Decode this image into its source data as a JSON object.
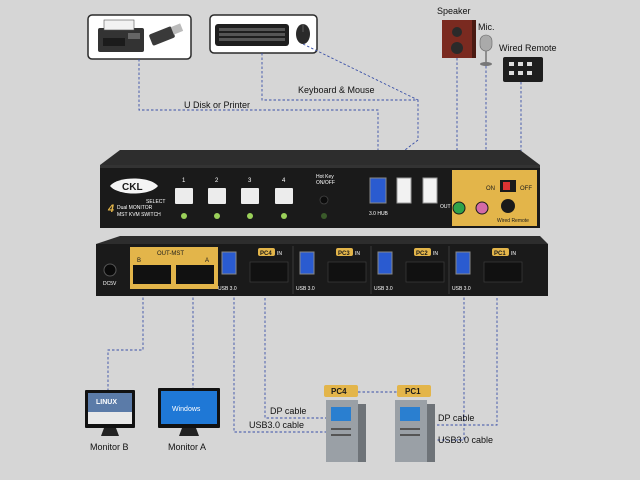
{
  "colors": {
    "background": "#d6d6d6",
    "wire": "#3a50a8",
    "chassis": "#1c1c1c",
    "accent": "#e3b54a"
  },
  "peripherals": {
    "printer": "printer-icon",
    "usb_disk": "usb-disk-icon",
    "keyboard": "keyboard-icon",
    "mouse": "mouse-icon",
    "speaker_label": "Speaker",
    "mic_label": "Mic.",
    "remote_label": "Wired Remote"
  },
  "wires": {
    "usb_printer": "U Disk or Printer",
    "keyboard_mouse": "Keyboard & Mouse"
  },
  "front_panel": {
    "brand": "CKL",
    "model_line1": "Dual MONITOR",
    "model_line2": "MST KVM SWITCH",
    "model_number": "4",
    "select_label": "SELECT",
    "port_buttons": [
      "1",
      "2",
      "3",
      "4"
    ],
    "hotkey_label": "Hot Key\nON/OFF",
    "usb_hub_label": "3.0 HUB",
    "power_on": "ON",
    "power_off": "OFF",
    "remote_port_label": "Wired Remote",
    "out_label": "OUT"
  },
  "rear_panel": {
    "dc_label": "DC5V",
    "out_mst_label": "OUT-MST",
    "out_a": "A",
    "out_b": "B",
    "groups": [
      {
        "usb": "USB 3.0",
        "pc": "PC4",
        "in": "IN"
      },
      {
        "usb": "USB 3.0",
        "pc": "PC3",
        "in": "IN"
      },
      {
        "usb": "USB 3.0",
        "pc": "PC2",
        "in": "IN"
      },
      {
        "usb": "USB 3.0",
        "pc": "PC1",
        "in": "IN"
      }
    ]
  },
  "monitors": [
    {
      "label": "Monitor B",
      "screen_text": "LINUX"
    },
    {
      "label": "Monitor A",
      "screen_text": "Windows"
    }
  ],
  "computers": [
    {
      "tag": "PC4",
      "dp_cable": "DP cable",
      "usb_cable": "USB3.0 cable"
    },
    {
      "tag": "PC1",
      "dp_cable": "DP cable",
      "usb_cable": "USB3.0 cable"
    }
  ]
}
